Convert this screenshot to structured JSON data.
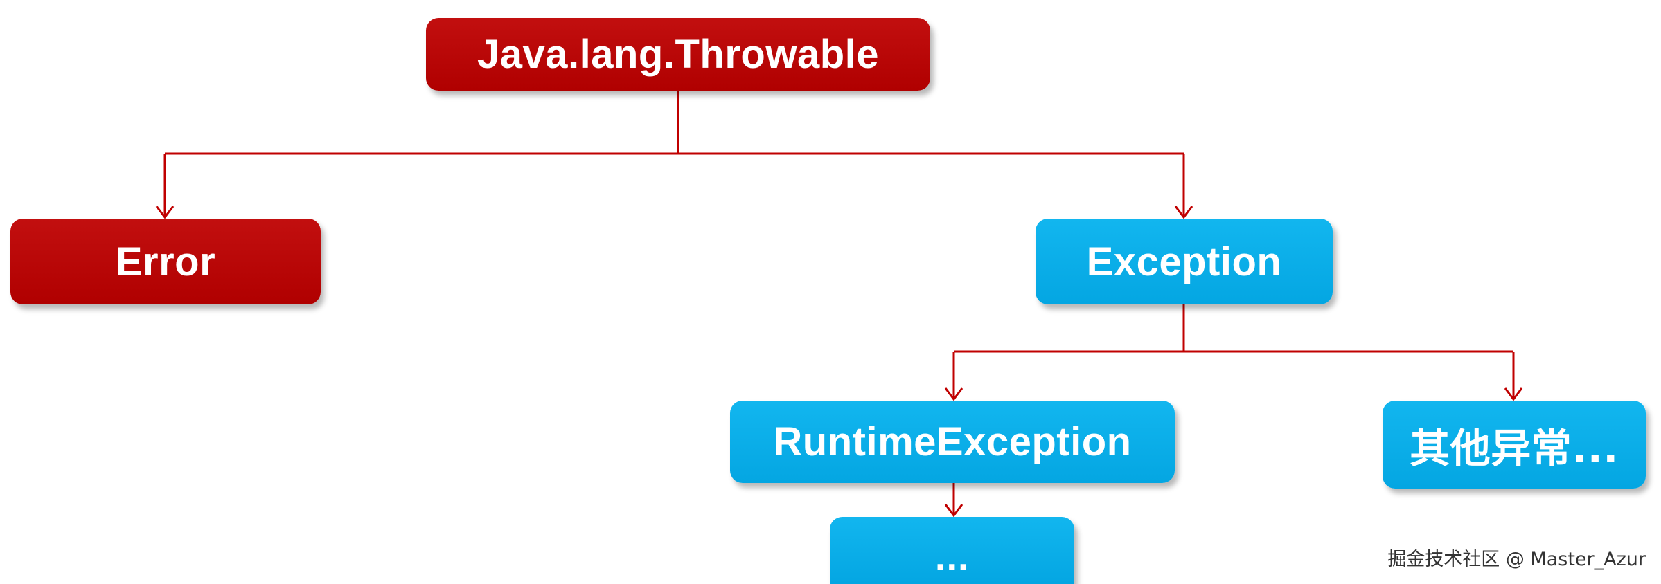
{
  "nodes": {
    "throwable": "Java.lang.Throwable",
    "error": "Error",
    "exception": "Exception",
    "runtime_exception": "RuntimeException",
    "other_exceptions": "其他异常...",
    "ellipsis": "..."
  },
  "edges": [
    {
      "from": "throwable",
      "to": "error"
    },
    {
      "from": "throwable",
      "to": "exception"
    },
    {
      "from": "exception",
      "to": "runtime_exception"
    },
    {
      "from": "exception",
      "to": "other_exceptions"
    },
    {
      "from": "runtime_exception",
      "to": "ellipsis"
    }
  ],
  "colors": {
    "red_node": "#b50606",
    "blue_node": "#08aae6",
    "connector": "#c00000",
    "text": "#ffffff"
  },
  "watermark": "掘金技术社区 @ Master_Azur"
}
